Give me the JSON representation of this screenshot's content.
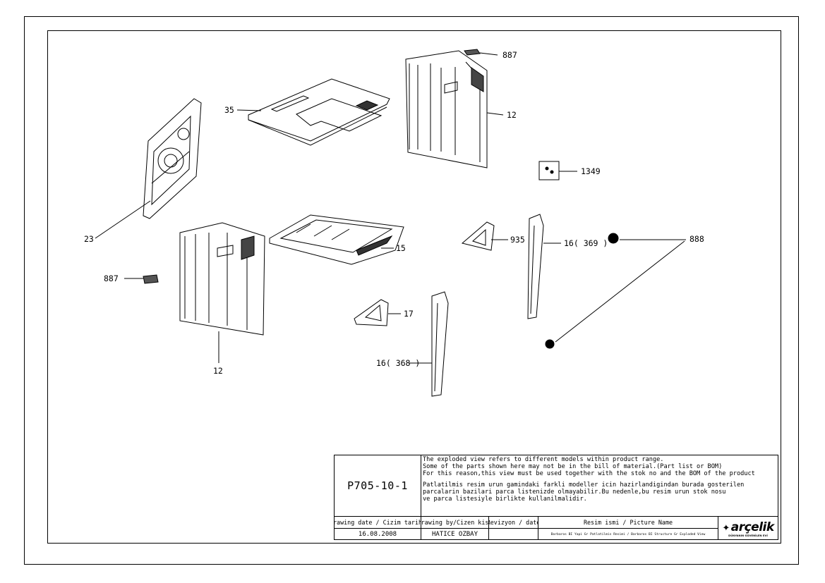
{
  "drawing": {
    "callouts": {
      "c887_top": "887",
      "c35": "35",
      "c12_top": "12",
      "c1349": "1349",
      "c23": "23",
      "c15": "15",
      "c935": "935",
      "c16_369": "16( 369 )",
      "c888": "888",
      "c887_left": "887",
      "c17": "17",
      "c12_bottom": "12",
      "c16_368": "16( 368 )"
    }
  },
  "title_block": {
    "drawing_code": "P705-10-1",
    "notes_en": [
      "The exploded view refers to different models within product range.",
      "Some of the parts shown here may not be in the bill of material.(Part list or BOM)",
      "For this reason,this view must be used together with the stok no and the BOM of the product"
    ],
    "notes_tr": [
      "Patlatilmis resim urun gamindaki farkli modeller icin hazirlandigindan burada gosterilen",
      "parcalarin bazilari parca listenizde olmayabilir.Bu nedenle,bu resim urun stok nosu",
      "ve parca listesiyle birlikte kullanilmalidir."
    ],
    "headers": {
      "date": "Drawing date / Cizim tarihi",
      "drawn_by": "Drawing by/Cizen kisi",
      "revision": "Revizyon / date",
      "picture_name": "Resim ismi / Picture Name"
    },
    "values": {
      "date": "16.08.2008",
      "drawn_by": "HATICE OZBAY",
      "revision": "",
      "picture_name": "Barbaros BI Yapi Gr Patlatilmis Resimi / Barbaros BI Structure Gr Exploded View"
    },
    "logo": {
      "brand": "arçelik",
      "tagline": "DÜNYANIN GÜVENİLEN EVİ"
    }
  },
  "colors": {
    "line": "#000000",
    "background": "#ffffff"
  }
}
